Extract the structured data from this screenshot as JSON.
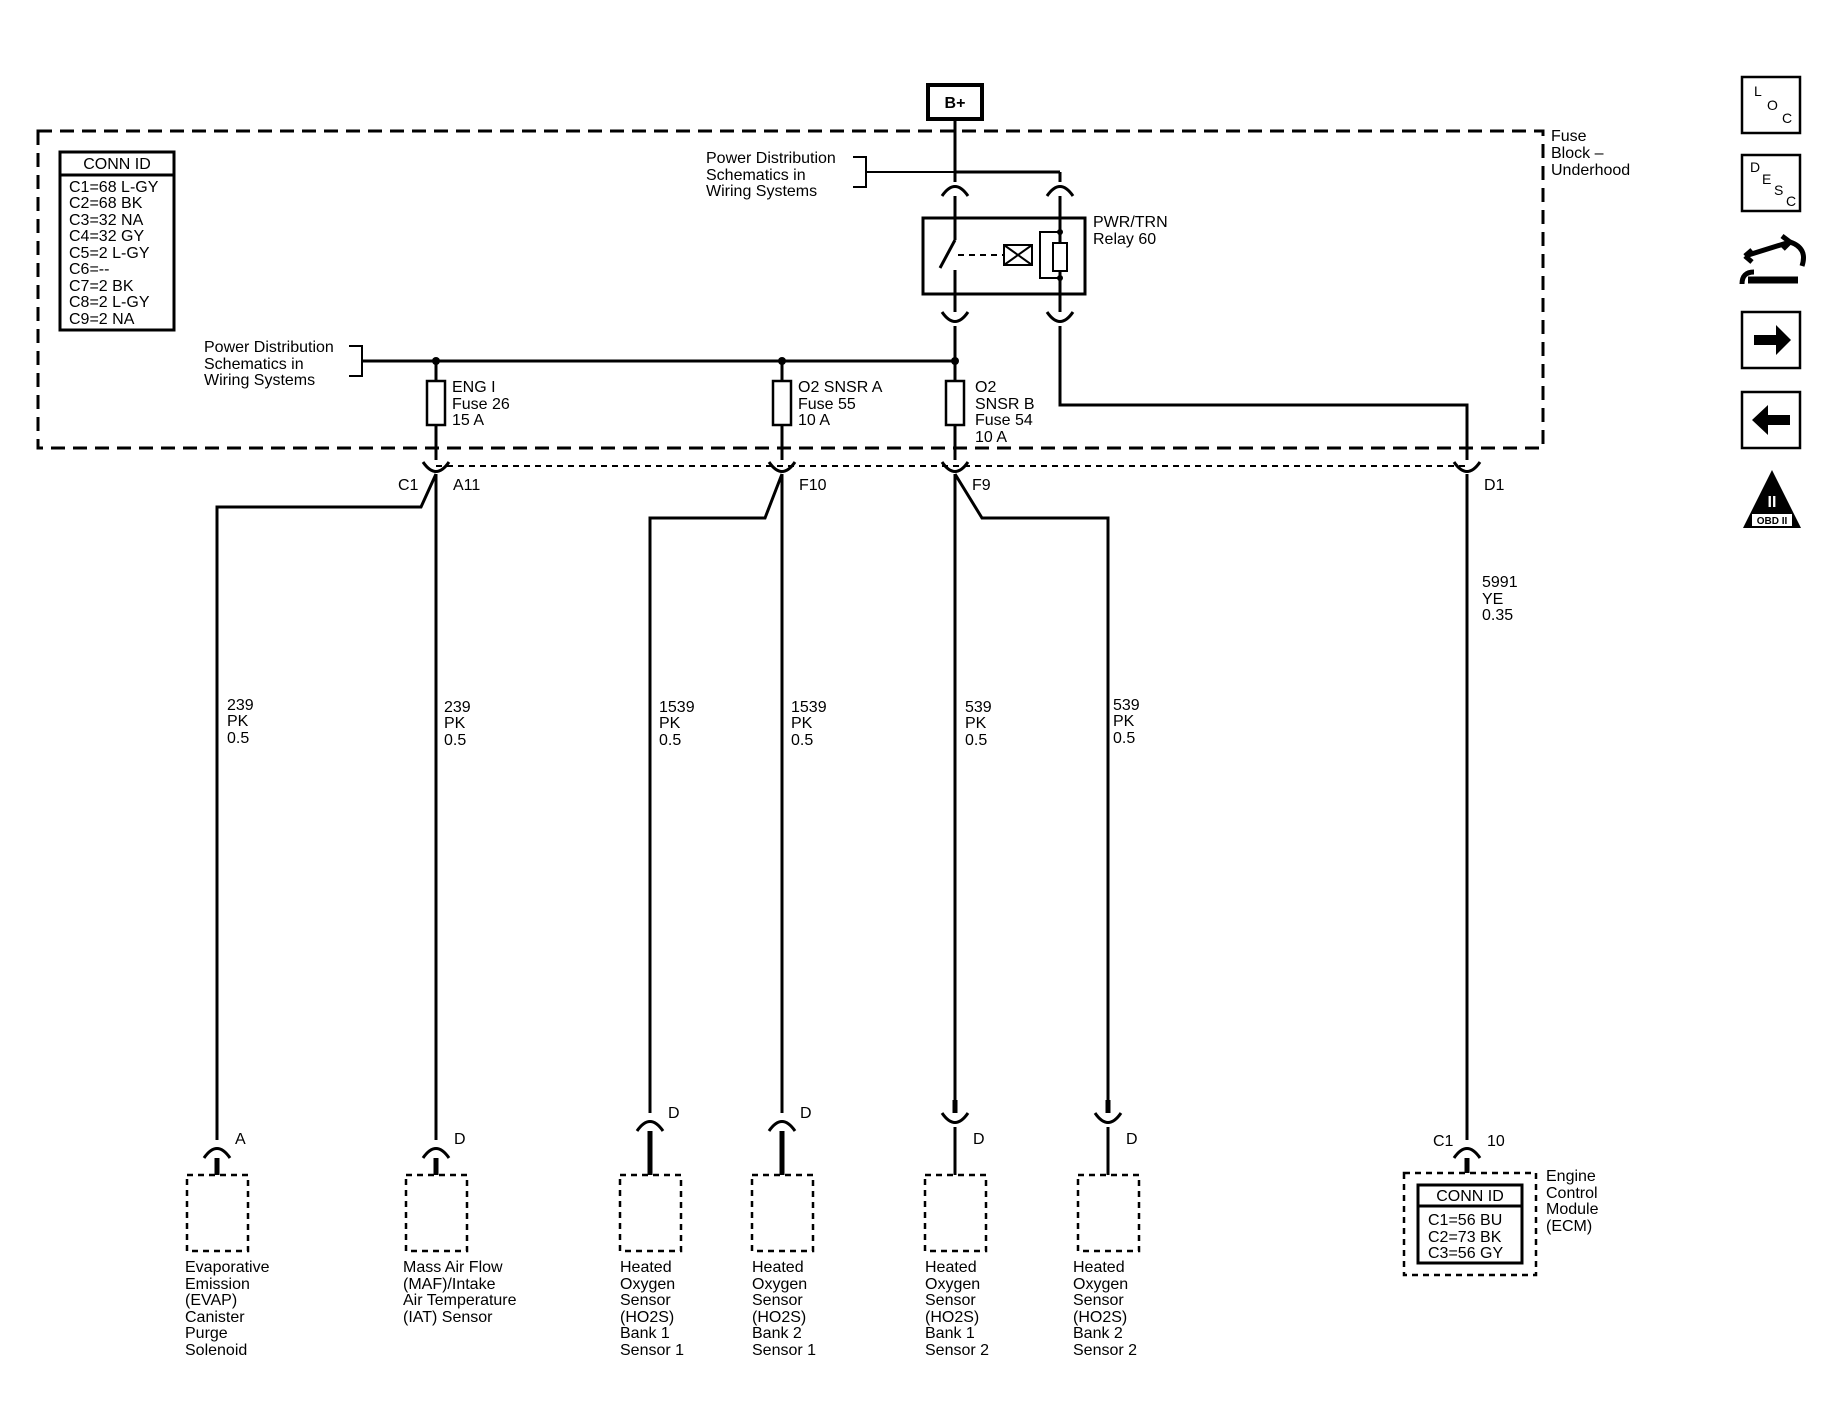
{
  "battery": {
    "label": "B+"
  },
  "fuse_block": {
    "label": [
      "Fuse",
      "Block –",
      "Underhood"
    ]
  },
  "conn_id_main": {
    "title": "CONN ID",
    "rows": [
      "C1=68 L-GY",
      "C2=68 BK",
      "C3=32 NA",
      "C4=32 GY",
      "C5=2 L-GY",
      "C6=--",
      "C7=2 BK",
      "C8=2 L-GY",
      "C9=2 NA"
    ]
  },
  "power_dist_top": {
    "lines": [
      "Power Distribution",
      "Schematics in",
      "Wiring Systems"
    ]
  },
  "power_dist_left": {
    "lines": [
      "Power Distribution",
      "Schematics in",
      "Wiring Systems"
    ]
  },
  "relay": {
    "lines": [
      "PWR/TRN",
      "Relay 60"
    ]
  },
  "fuses": [
    {
      "lines": [
        "ENG I",
        "Fuse 26",
        "15 A"
      ]
    },
    {
      "lines": [
        "O2 SNSR A",
        "Fuse 55",
        "10 A"
      ]
    },
    {
      "lines": [
        "O2",
        "SNSR B",
        "Fuse 54",
        "10 A"
      ]
    }
  ],
  "connector_c1": "C1",
  "pins": {
    "a11": "A11",
    "f10": "F10",
    "f9": "F9",
    "d1": "D1"
  },
  "wires": [
    {
      "lines": [
        "239",
        "PK",
        "0.5"
      ]
    },
    {
      "lines": [
        "239",
        "PK",
        "0.5"
      ]
    },
    {
      "lines": [
        "1539",
        "PK",
        "0.5"
      ]
    },
    {
      "lines": [
        "1539",
        "PK",
        "0.5"
      ]
    },
    {
      "lines": [
        "539",
        "PK",
        "0.5"
      ]
    },
    {
      "lines": [
        "539",
        "PK",
        "0.5"
      ]
    },
    {
      "lines": [
        "5991",
        "YE",
        "0.35"
      ]
    }
  ],
  "components": [
    {
      "pin": "A",
      "lines": [
        "Evaporative",
        "Emission",
        "(EVAP)",
        "Canister",
        "Purge",
        "Solenoid"
      ]
    },
    {
      "pin": "D",
      "lines": [
        "Mass Air Flow",
        "(MAF)/Intake",
        "Air Temperature",
        "(IAT) Sensor"
      ]
    },
    {
      "pin": "D",
      "lines": [
        "Heated",
        "Oxygen",
        "Sensor",
        "(HO2S)",
        "Bank 1",
        "Sensor 1"
      ]
    },
    {
      "pin": "D",
      "lines": [
        "Heated",
        "Oxygen",
        "Sensor",
        "(HO2S)",
        "Bank 2",
        "Sensor 1"
      ]
    },
    {
      "pin": "D",
      "lines": [
        "Heated",
        "Oxygen",
        "Sensor",
        "(HO2S)",
        "Bank 1",
        "Sensor 2"
      ]
    },
    {
      "pin": "D",
      "lines": [
        "Heated",
        "Oxygen",
        "Sensor",
        "(HO2S)",
        "Bank 2",
        "Sensor 2"
      ]
    }
  ],
  "ecm": {
    "connector": "C1",
    "pin": "10",
    "lines": [
      "Engine",
      "Control",
      "Module",
      "(ECM)"
    ],
    "conn_id_title": "CONN ID",
    "conn_id_rows": [
      "C1=56 BU",
      "C2=73 BK",
      "C3=56 GY"
    ]
  },
  "side_icons": [
    {
      "name": "loc-icon",
      "letters": [
        "L",
        "O",
        "C"
      ]
    },
    {
      "name": "desc-icon",
      "letters": [
        "D",
        "E",
        "S",
        "C"
      ]
    },
    {
      "name": "schematic-nav-icon"
    },
    {
      "name": "arrow-right-icon"
    },
    {
      "name": "arrow-left-icon"
    },
    {
      "name": "obd-ii-icon",
      "text": "OBD II",
      "numeral": "II"
    }
  ]
}
